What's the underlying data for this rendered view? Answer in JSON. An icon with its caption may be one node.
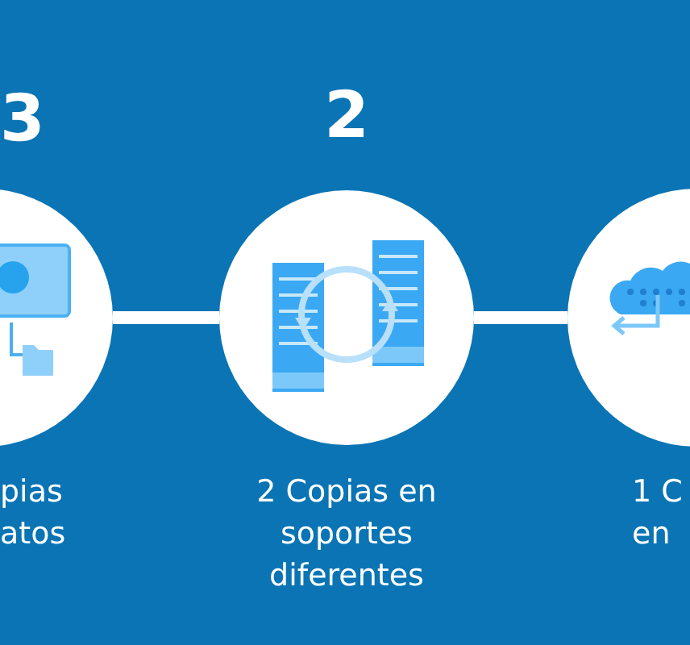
{
  "diagram": {
    "nodes": [
      {
        "text": [
          "3",
          "pias atos"
        ]
      },
      {
        "text": [
          "2",
          "2 Copias en soportes diferentes"
        ]
      },
      {
        "text": [
          "1 C en"
        ]
      }
    ],
    "edges": [
      {
        "from": 0,
        "to": 1,
        "arrow": "none"
      },
      {
        "from": 1,
        "to": 2,
        "arrow": "none"
      }
    ]
  }
}
